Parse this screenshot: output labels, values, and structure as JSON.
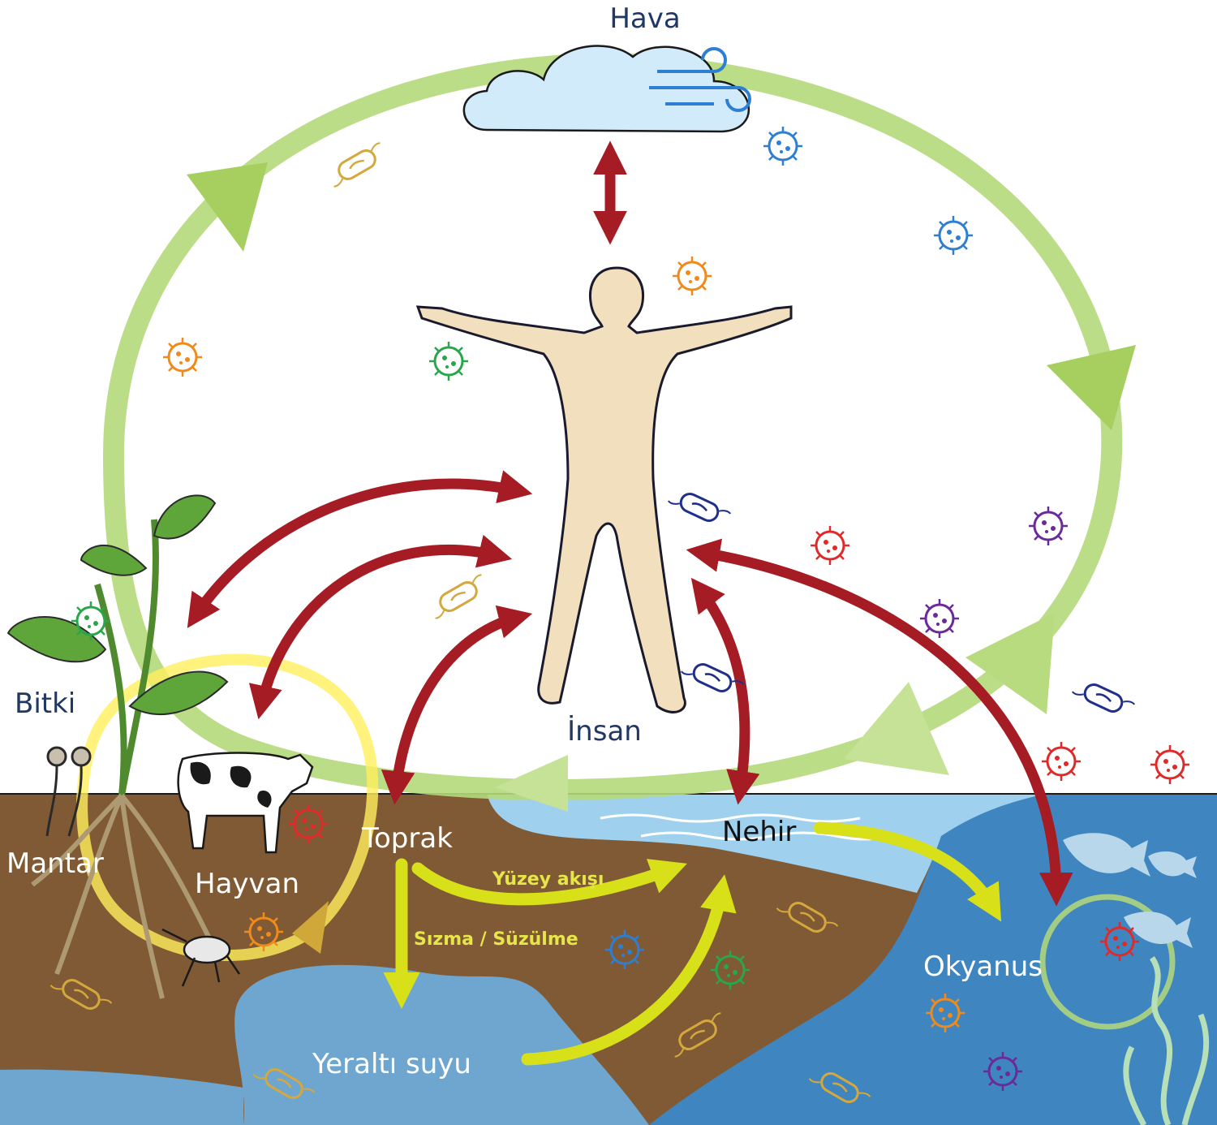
{
  "labels": {
    "hava": "Hava",
    "insan": "İnsan",
    "bitki": "Bitki",
    "mantar": "Mantar",
    "hayvan": "Hayvan",
    "toprak": "Toprak",
    "nehir": "Nehir",
    "yuzey_akisi": "Yüzey akışı",
    "sizma": "Sızma / Süzülme",
    "yeralti_suyu": "Yeraltı suyu",
    "okyanus": "Okyanus"
  },
  "colors": {
    "green_cycle": "#b5d97a",
    "red_arrows": "#a51c24",
    "yellow_arrows": "#d8e01a",
    "soil": "#805a34",
    "groundwater": "#6fa6cf",
    "ocean": "#3f86c1",
    "river": "#9fd1ee",
    "body_skin": "#f2dfbd"
  },
  "icons": [
    "cloud-icon",
    "wind-icon",
    "human-figure-icon",
    "plant-icon",
    "mushroom-icon",
    "cow-icon",
    "insect-icon",
    "fish-icon",
    "seaweed-icon",
    "microbe-icon",
    "virus-icon",
    "bacterium-icon"
  ]
}
